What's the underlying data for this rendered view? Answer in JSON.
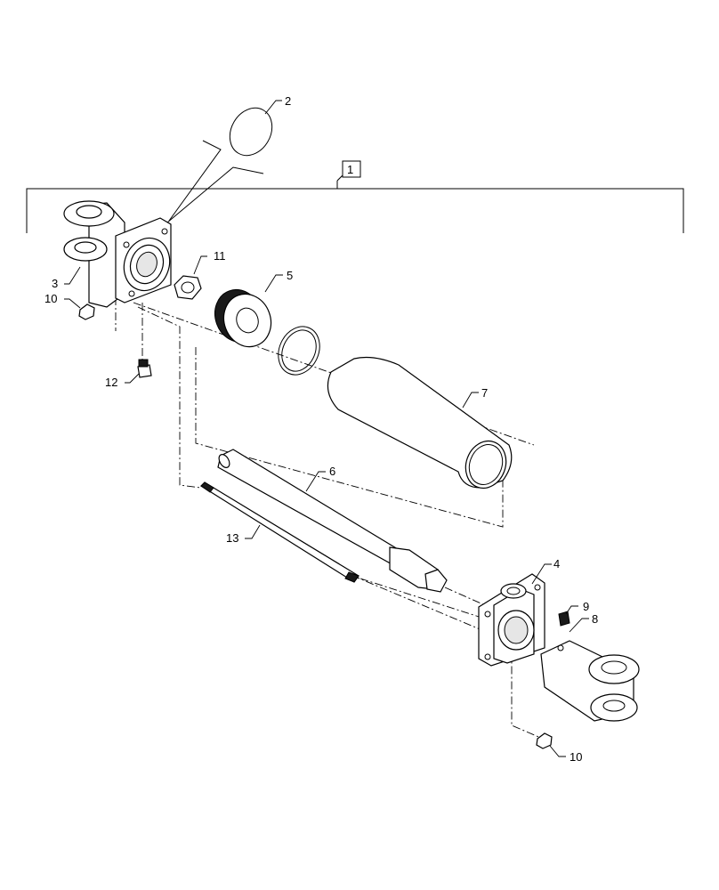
{
  "callouts": {
    "c1": "1",
    "c2": "2",
    "c3": "3",
    "c4": "4",
    "c5": "5",
    "c6": "6",
    "c7": "7",
    "c8": "8",
    "c9": "9",
    "c10a": "10",
    "c10b": "10",
    "c11": "11",
    "c12": "12",
    "c13": "13"
  }
}
